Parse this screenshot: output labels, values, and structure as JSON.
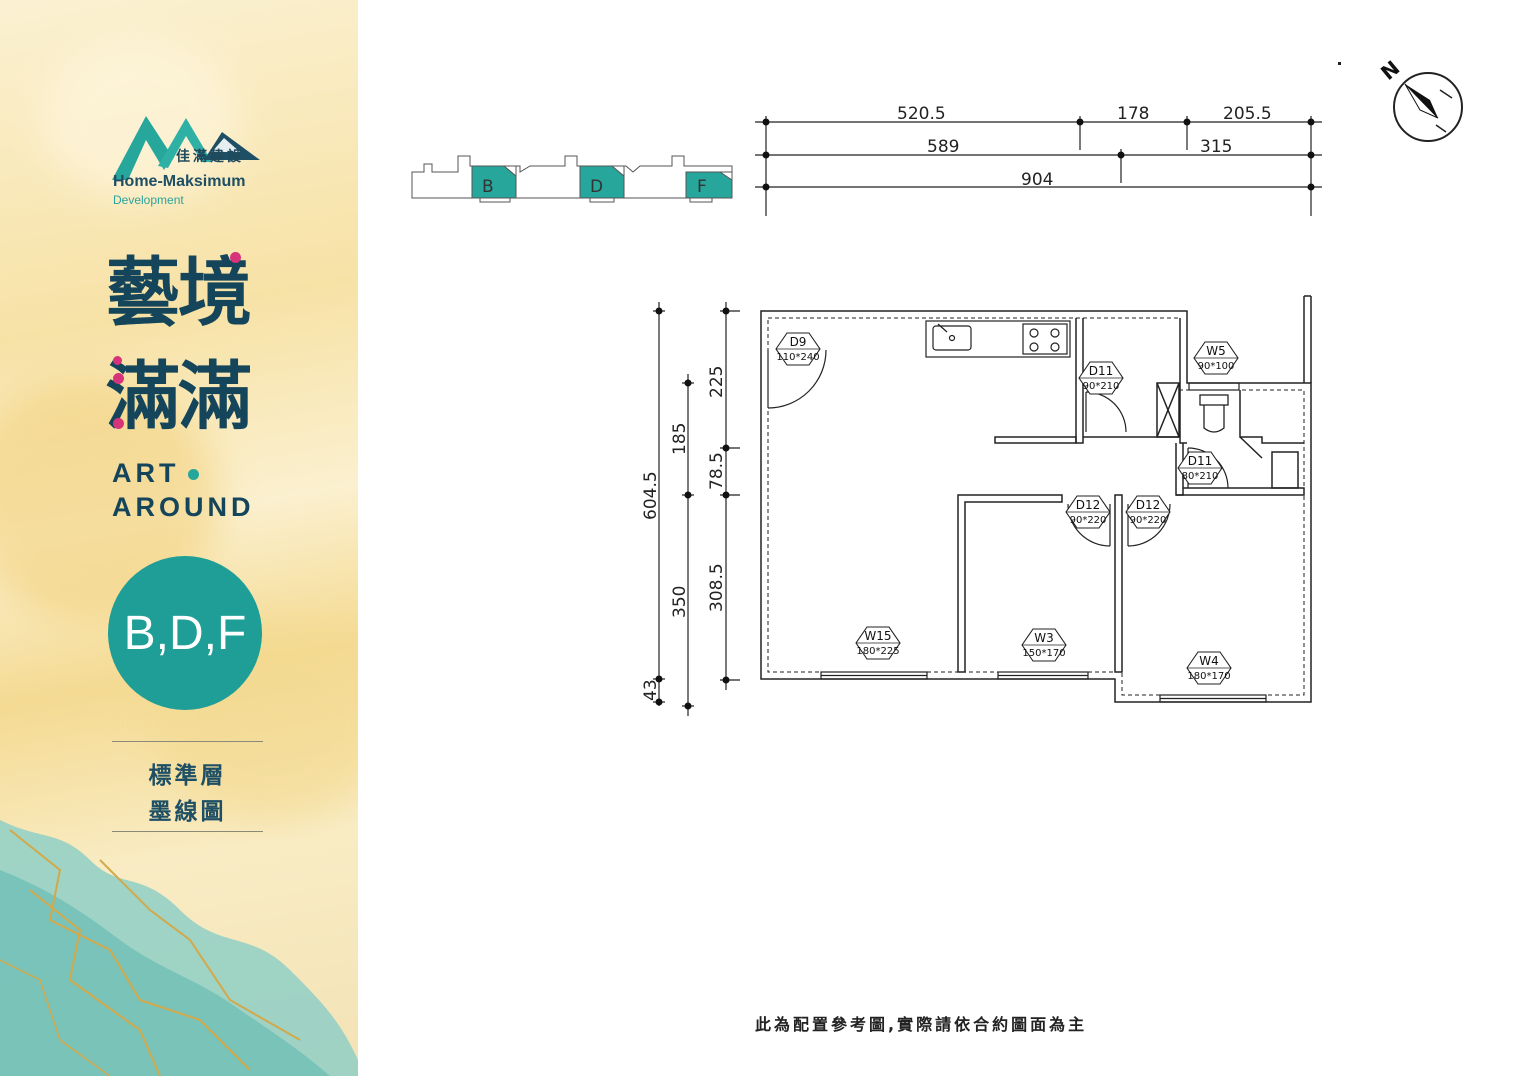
{
  "brand": {
    "name_cn": "佳滿建設",
    "name_en": "Home-Maksimum",
    "tagline": "Development",
    "colors": {
      "teal": "#1e9e96",
      "navy": "#15455a",
      "magenta": "#d6337a"
    }
  },
  "project": {
    "title_line1": "藝境",
    "title_line2": "滿滿",
    "subtitle_line1": "ART",
    "subtitle_line2": "AROUND"
  },
  "unit": {
    "badge": "B,D,F"
  },
  "floor": {
    "line1": "標準層",
    "line2": "墨線圖"
  },
  "key_plan": {
    "units": [
      "B",
      "D",
      "F"
    ]
  },
  "compass": {
    "label": "N"
  },
  "dimensions": {
    "top_row1": [
      "520.5",
      "178",
      "205.5"
    ],
    "top_row2": [
      "589",
      "315"
    ],
    "top_row3": [
      "904"
    ],
    "left_outer": [
      "604.5",
      "43"
    ],
    "left_mid": [
      "185",
      "350"
    ],
    "left_inner": [
      "225",
      "78.5",
      "308.5"
    ]
  },
  "openings": [
    {
      "code": "D9",
      "size": "110*240"
    },
    {
      "code": "D11",
      "size": "90*210"
    },
    {
      "code": "W5",
      "size": "90*100"
    },
    {
      "code": "D11",
      "size": "80*210"
    },
    {
      "code": "D12",
      "size": "90*220"
    },
    {
      "code": "D12",
      "size": "90*220"
    },
    {
      "code": "W15",
      "size": "180*225"
    },
    {
      "code": "W3",
      "size": "150*170"
    },
    {
      "code": "W4",
      "size": "180*170"
    }
  ],
  "disclaimer": "此為配置參考圖,實際請依合約圖面為主"
}
